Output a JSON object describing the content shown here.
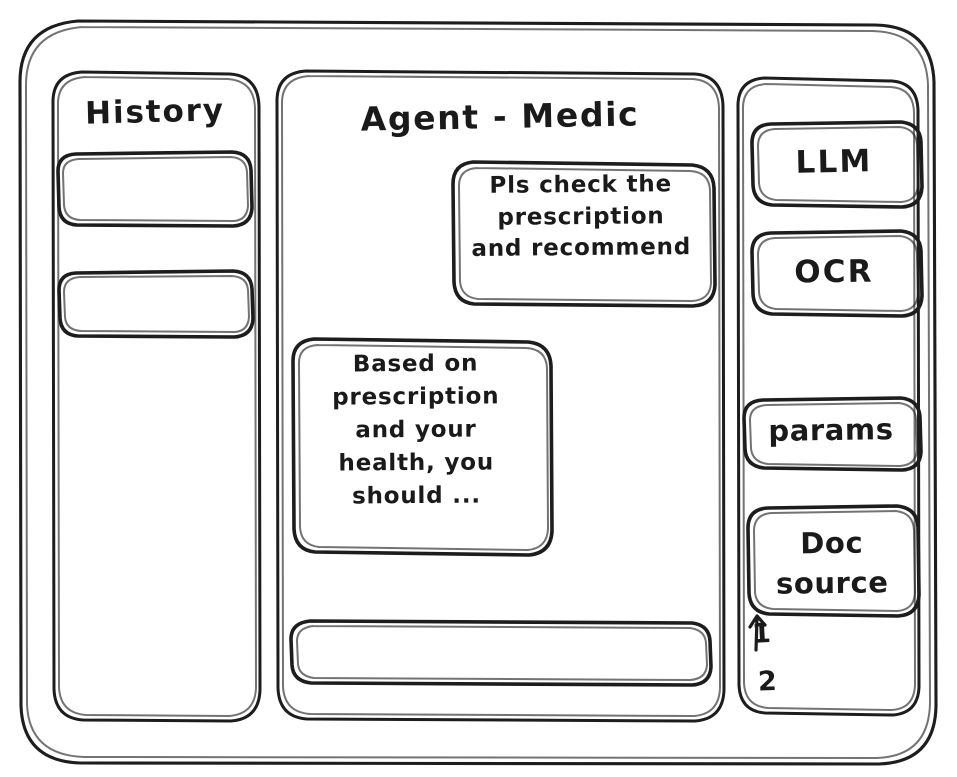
{
  "style": {
    "background_color": "#ffffff",
    "ink_color": "#1d1d1d",
    "look": "hand-drawn-wireframe"
  },
  "window": {
    "name": "agent-medic-wireframe"
  },
  "sidebar_left": {
    "title": "History",
    "items": [
      {
        "label": "",
        "name": "history-item-1"
      },
      {
        "label": "",
        "name": "history-item-2"
      }
    ]
  },
  "main": {
    "title": "Agent - Medic",
    "messages": [
      {
        "role": "user",
        "text": "Pls check the\nprescription\nand recommend"
      },
      {
        "role": "agent",
        "text": "Based on\nprescription\nand your\nhealth, you\nshould ..."
      }
    ],
    "composer": {
      "value": "",
      "placeholder": ""
    }
  },
  "sidebar_right": {
    "tools": [
      {
        "label": "LLM",
        "name": "llm"
      },
      {
        "label": "OCR",
        "name": "ocr"
      },
      {
        "label": "params",
        "name": "params"
      },
      {
        "label": "Doc\nsource",
        "name": "doc-source"
      }
    ],
    "doc_source_list": [
      {
        "label": "1"
      },
      {
        "label": "2"
      }
    ]
  }
}
